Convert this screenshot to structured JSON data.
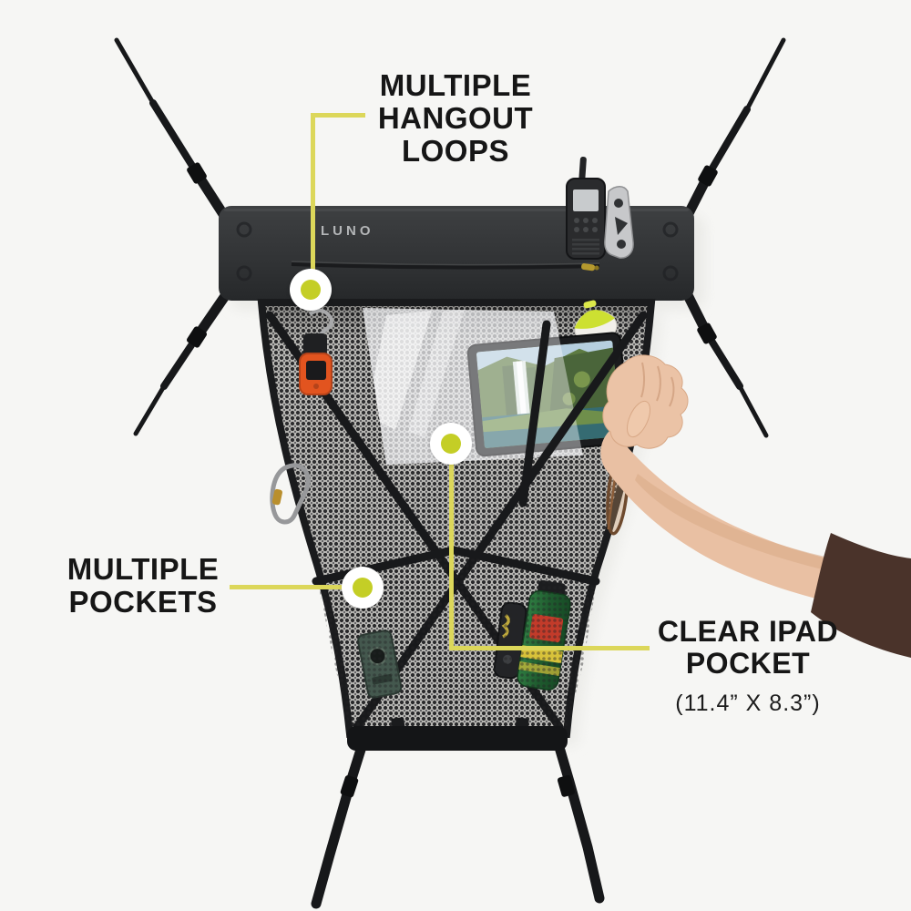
{
  "product": {
    "brand": "LUNO"
  },
  "callouts": {
    "hangout_loops": {
      "label": "MULTIPLE\nHANGOUT\nLOOPS"
    },
    "pockets": {
      "label": "MULTIPLE\nPOCKETS"
    },
    "ipad_pocket": {
      "label": "CLEAR IPAD\nPOCKET",
      "dimensions": "(11.4” X 8.3”)"
    }
  },
  "colors": {
    "background": "#f6f6f4",
    "accent_line": "#dcd75a",
    "accent_dot": "#c4ce26",
    "label_text": "#161616",
    "panel_fabric": "#303234",
    "mesh_grey": "#9a9a97"
  }
}
